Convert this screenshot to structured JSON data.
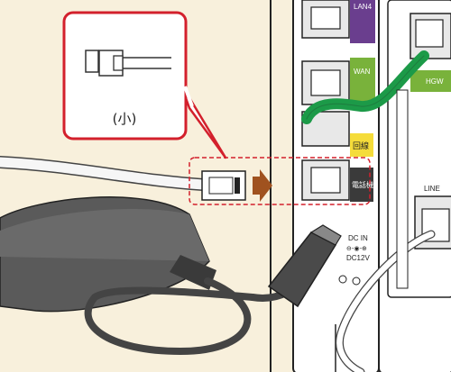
{
  "callout": {
    "label": "(小)"
  },
  "device_labels": {
    "lan4": "LAN4",
    "wan": "WAN",
    "hgw": "HGW",
    "kaisen": "回線",
    "denwaki": "電話機",
    "line": "LINE",
    "dc_in": "DC  IN",
    "dc_rating": "DC12V",
    "polarity": "⊖-◉-⊕"
  },
  "colors": {
    "wall_bg": "#f8f0dc",
    "lan4_tab": "#6a3e8e",
    "wan_tab": "#79b23b",
    "hgw_tab": "#79b23b",
    "kaisen_tab": "#f5dc3a",
    "denwaki_tab": "#3a3a3a",
    "callout_border": "#d3202c",
    "green_cable": "#1c9a48",
    "arrow": "#a0521f",
    "dashed_box": "#d3202c",
    "adapter_body": "#4a4a4a"
  }
}
